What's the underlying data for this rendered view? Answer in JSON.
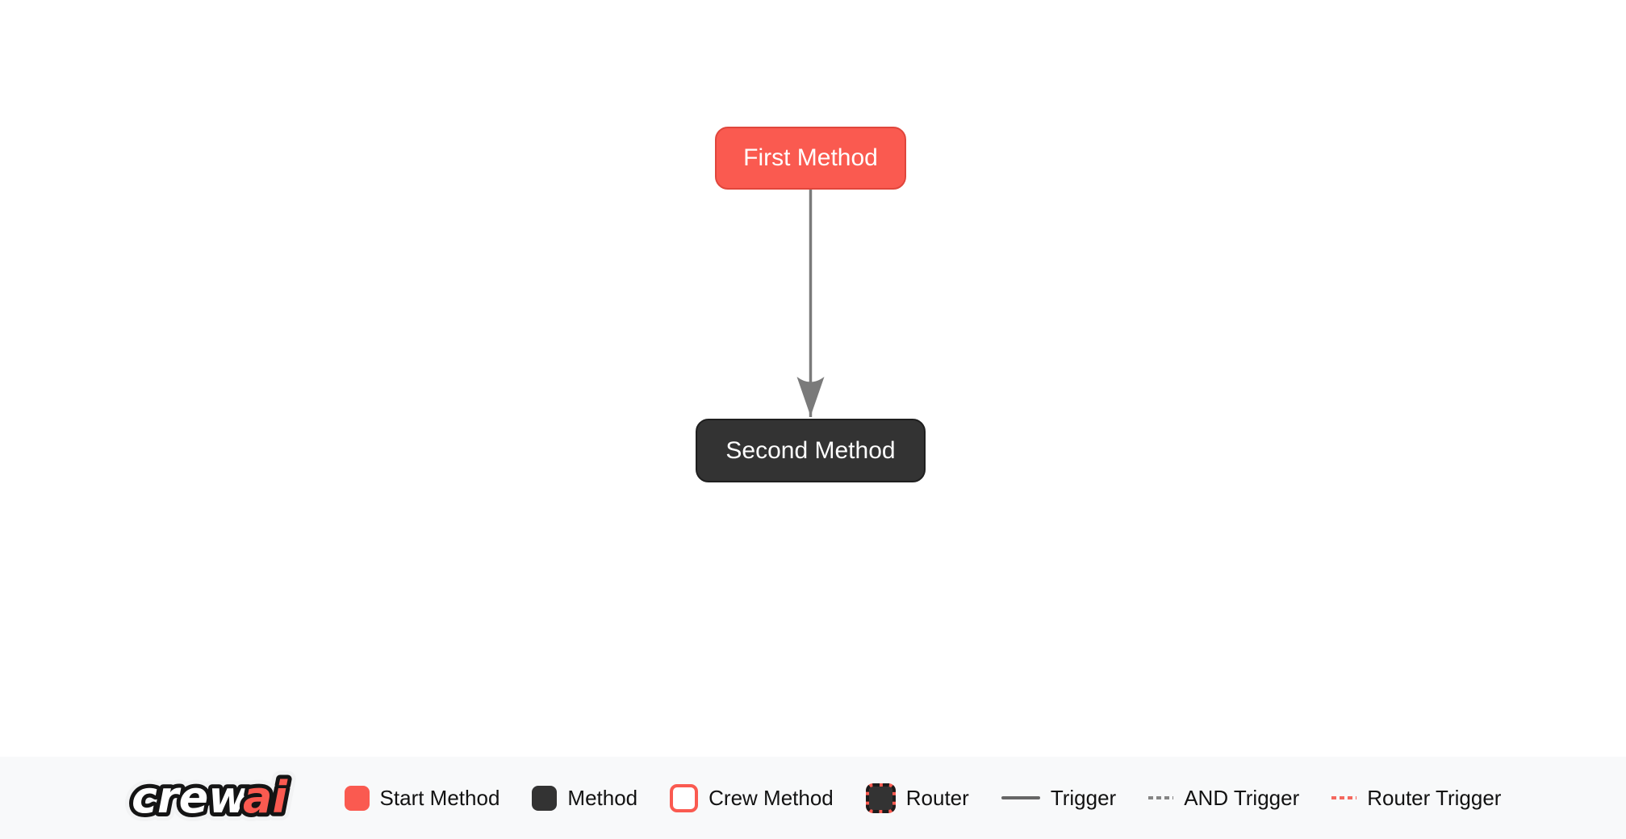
{
  "diagram": {
    "nodes": [
      {
        "id": "first",
        "label": "First Method",
        "type": "start-method"
      },
      {
        "id": "second",
        "label": "Second Method",
        "type": "method"
      }
    ],
    "edges": [
      {
        "from": "first",
        "to": "second",
        "type": "trigger",
        "color": "#7A7A7A"
      }
    ]
  },
  "legend": {
    "logo": {
      "crew": "crew",
      "ai": "ai"
    },
    "items": [
      {
        "label": "Start Method",
        "swatch": "start-method-swatch"
      },
      {
        "label": "Method",
        "swatch": "method-swatch"
      },
      {
        "label": "Crew Method",
        "swatch": "crew-method-swatch"
      },
      {
        "label": "Router",
        "swatch": "router-swatch"
      },
      {
        "label": "Trigger",
        "swatch": "trigger-line-swatch"
      },
      {
        "label": "AND Trigger",
        "swatch": "and-trigger-line-swatch"
      },
      {
        "label": "Router Trigger",
        "swatch": "router-trigger-line-swatch"
      }
    ]
  },
  "colors": {
    "start_method": "#FA5A50",
    "start_method_border": "#E0463C",
    "method": "#333333",
    "edge": "#7A7A7A",
    "trigger_line": "#666666",
    "and_trigger_line": "#858585",
    "router_trigger_line": "#F4685E",
    "canvas_bg": "#FFFFFF",
    "legend_bg": "#F8F9FA",
    "legend_text": "#121212",
    "node_text": "#FFFFFF"
  }
}
